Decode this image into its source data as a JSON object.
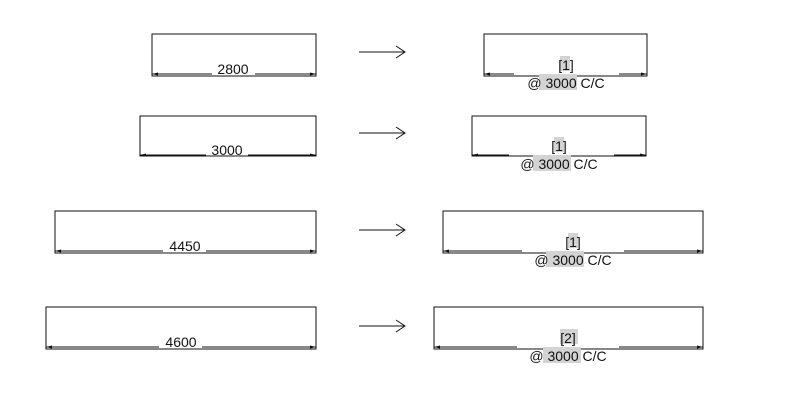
{
  "rows": [
    {
      "length": "2800",
      "bar_mark": "[1]",
      "spacing_prefix": "@ ",
      "spacing_value": "3000",
      "spacing_suffix": " C/C"
    },
    {
      "length": "3000",
      "bar_mark": "[1]",
      "spacing_prefix": "@ ",
      "spacing_value": "3000",
      "spacing_suffix": " C/C"
    },
    {
      "length": "4450",
      "bar_mark": "[1]",
      "spacing_prefix": "@ ",
      "spacing_value": "3000",
      "spacing_suffix": " C/C"
    },
    {
      "length": "4600",
      "bar_mark": "[2]",
      "spacing_prefix": "@ ",
      "spacing_value": "3000",
      "spacing_suffix": " C/C"
    }
  ],
  "colors": {
    "line": "#111111",
    "highlight": "#d3d3d3",
    "background": "#ffffff"
  }
}
